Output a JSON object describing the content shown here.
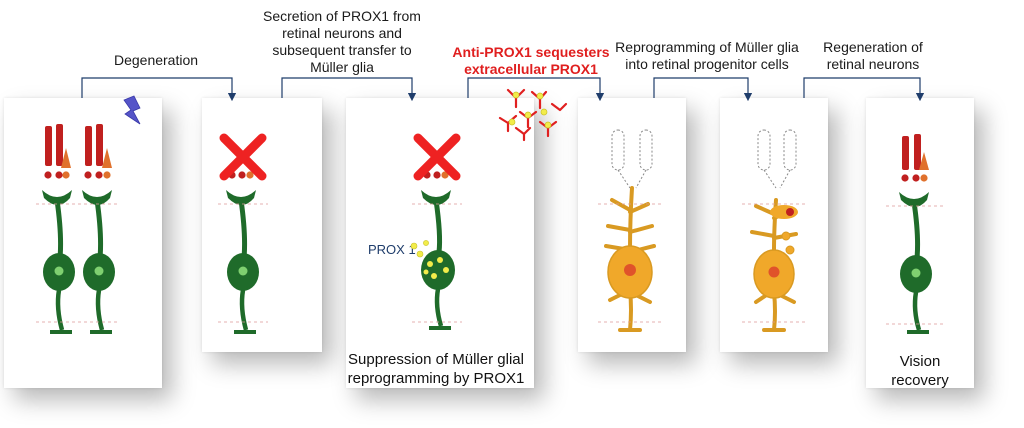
{
  "steps": [
    {
      "label": "Degeneration"
    },
    {
      "label": "Secretion of PROX1 from retinal neurons and subsequent transfer to Müller glia"
    },
    {
      "label": "Anti-PROX1 sequesters extracellular PROX1"
    },
    {
      "label": "Reprogramming of Müller glia into retinal progenitor cells"
    },
    {
      "label": "Regeneration of retinal neurons"
    }
  ],
  "prox_label": "PROX 1",
  "bottom_labels": {
    "suppression": "Suppression of Müller glial reprogramming by PROX1",
    "vision": "Vision recovery"
  },
  "colors": {
    "rod": "#c0201f",
    "cone": "#e0712c",
    "muller_healthy": "#1f6b2a",
    "muller_reprogrammed": "#f0a82a",
    "cross": "#ee2222",
    "arrow": "#1f3d6b",
    "antibody": "#e02020",
    "prox1": "#f2ec4a"
  }
}
